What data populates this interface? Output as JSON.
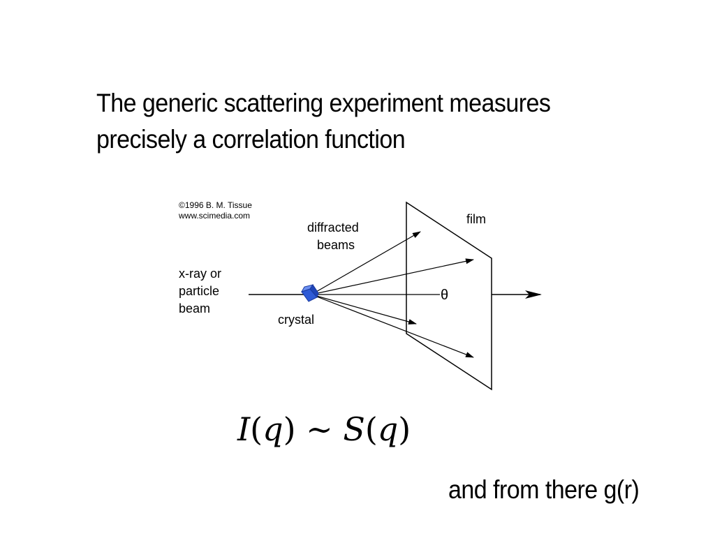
{
  "slide": {
    "title_line1": "The generic scattering experiment measures",
    "title_line2": "precisely a correlation function",
    "footer": "and from there g(r)"
  },
  "diagram": {
    "copyright_line1": "©1996 B. M. Tissue",
    "copyright_line2": "www.scimedia.com",
    "beam_label_1": "x-ray or",
    "beam_label_2": "particle",
    "beam_label_3": "beam",
    "crystal_label": "crystal",
    "diffracted_label_1": "diffracted",
    "diffracted_label_2": "beams",
    "film_label": "film",
    "theta_label": "θ",
    "crystal_color": "#2f5bd6"
  },
  "equation": {
    "lhs_symbol": "I",
    "lhs_arg": "q",
    "relation": "∼",
    "rhs_symbol": "S",
    "rhs_arg": "q"
  }
}
